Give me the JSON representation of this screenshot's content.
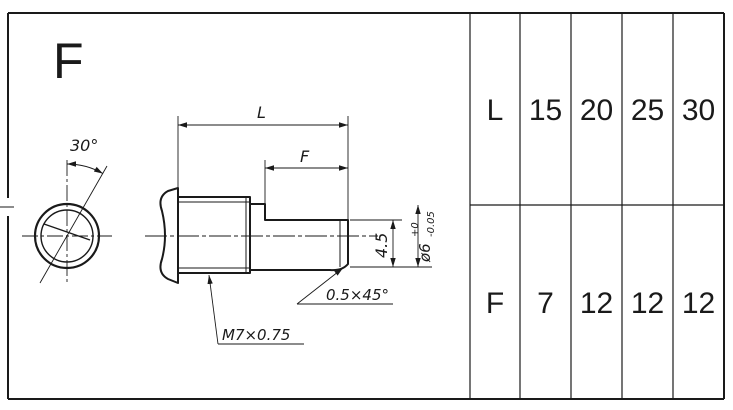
{
  "drawing": {
    "variant_letter": "F",
    "angle_label": "30°",
    "length_label": "L",
    "feature_label": "F",
    "flat_dim_label": "4.5",
    "diameter_label": "ø6",
    "tolerance_upper": "+0",
    "tolerance_lower": "-0.05",
    "chamfer_label": "0.5×45°",
    "thread_label": "M7×0.75"
  },
  "table": {
    "rows": [
      {
        "label": "L",
        "values": [
          "15",
          "20",
          "25",
          "30"
        ]
      },
      {
        "label": "F",
        "values": [
          "7",
          "12",
          "12",
          "12"
        ]
      }
    ]
  },
  "colors": {
    "line": "#1a1a1a",
    "background": "#ffffff"
  }
}
